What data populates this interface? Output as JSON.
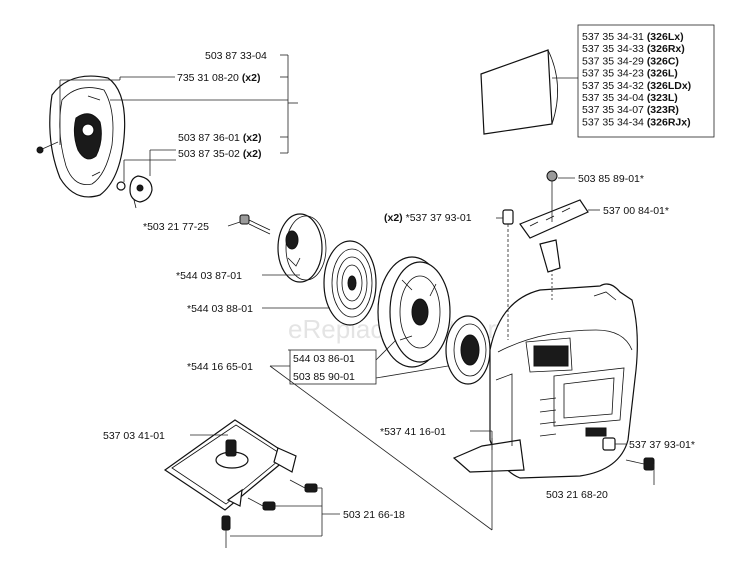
{
  "watermark": "eReplacementParts.com",
  "labels": {
    "p503873304": "503 87 33-04",
    "p735310820": "735 31 08-20",
    "p735310820_qty": "(x2)",
    "p503873601": "503 87 36-01",
    "p503873601_qty": "(x2)",
    "p503873502": "503 87 35-02",
    "p503873502_qty": "(x2)",
    "p503217725": "*503 21 77-25",
    "p544038701": "*544 03 87-01",
    "p544038801": "*544 03 88-01",
    "p544166501": "*544 16 65-01",
    "p544038601": "544 03 86-01",
    "p503859001": "503 85 90-01",
    "p537379301a_qty": "(x2)",
    "p537379301a": "*537 37 93-01",
    "p503858901": "503 85 89-01*",
    "p537008401": "537 00 84-01*",
    "p537034101": "537 03 41-01",
    "p537411601": "*537 41 16-01",
    "p537379301b": "537 37 93-01*",
    "p503216820": "503 21 68-20",
    "p503216618": "503 21 66-18"
  },
  "decals": [
    {
      "num": "537 35 34-31",
      "model": "(326Lx)"
    },
    {
      "num": "537 35 34-33",
      "model": "(326Rx)"
    },
    {
      "num": "537 35 34-29",
      "model": "(326C)"
    },
    {
      "num": "537 35 34-23",
      "model": "(326L)"
    },
    {
      "num": "537 35 34-32",
      "model": "(326LDx)"
    },
    {
      "num": "537 35 34-04",
      "model": "(323L)"
    },
    {
      "num": "537 35 34-07",
      "model": "(323R)"
    },
    {
      "num": "537 35 34-34",
      "model": "(326RJx)"
    }
  ]
}
